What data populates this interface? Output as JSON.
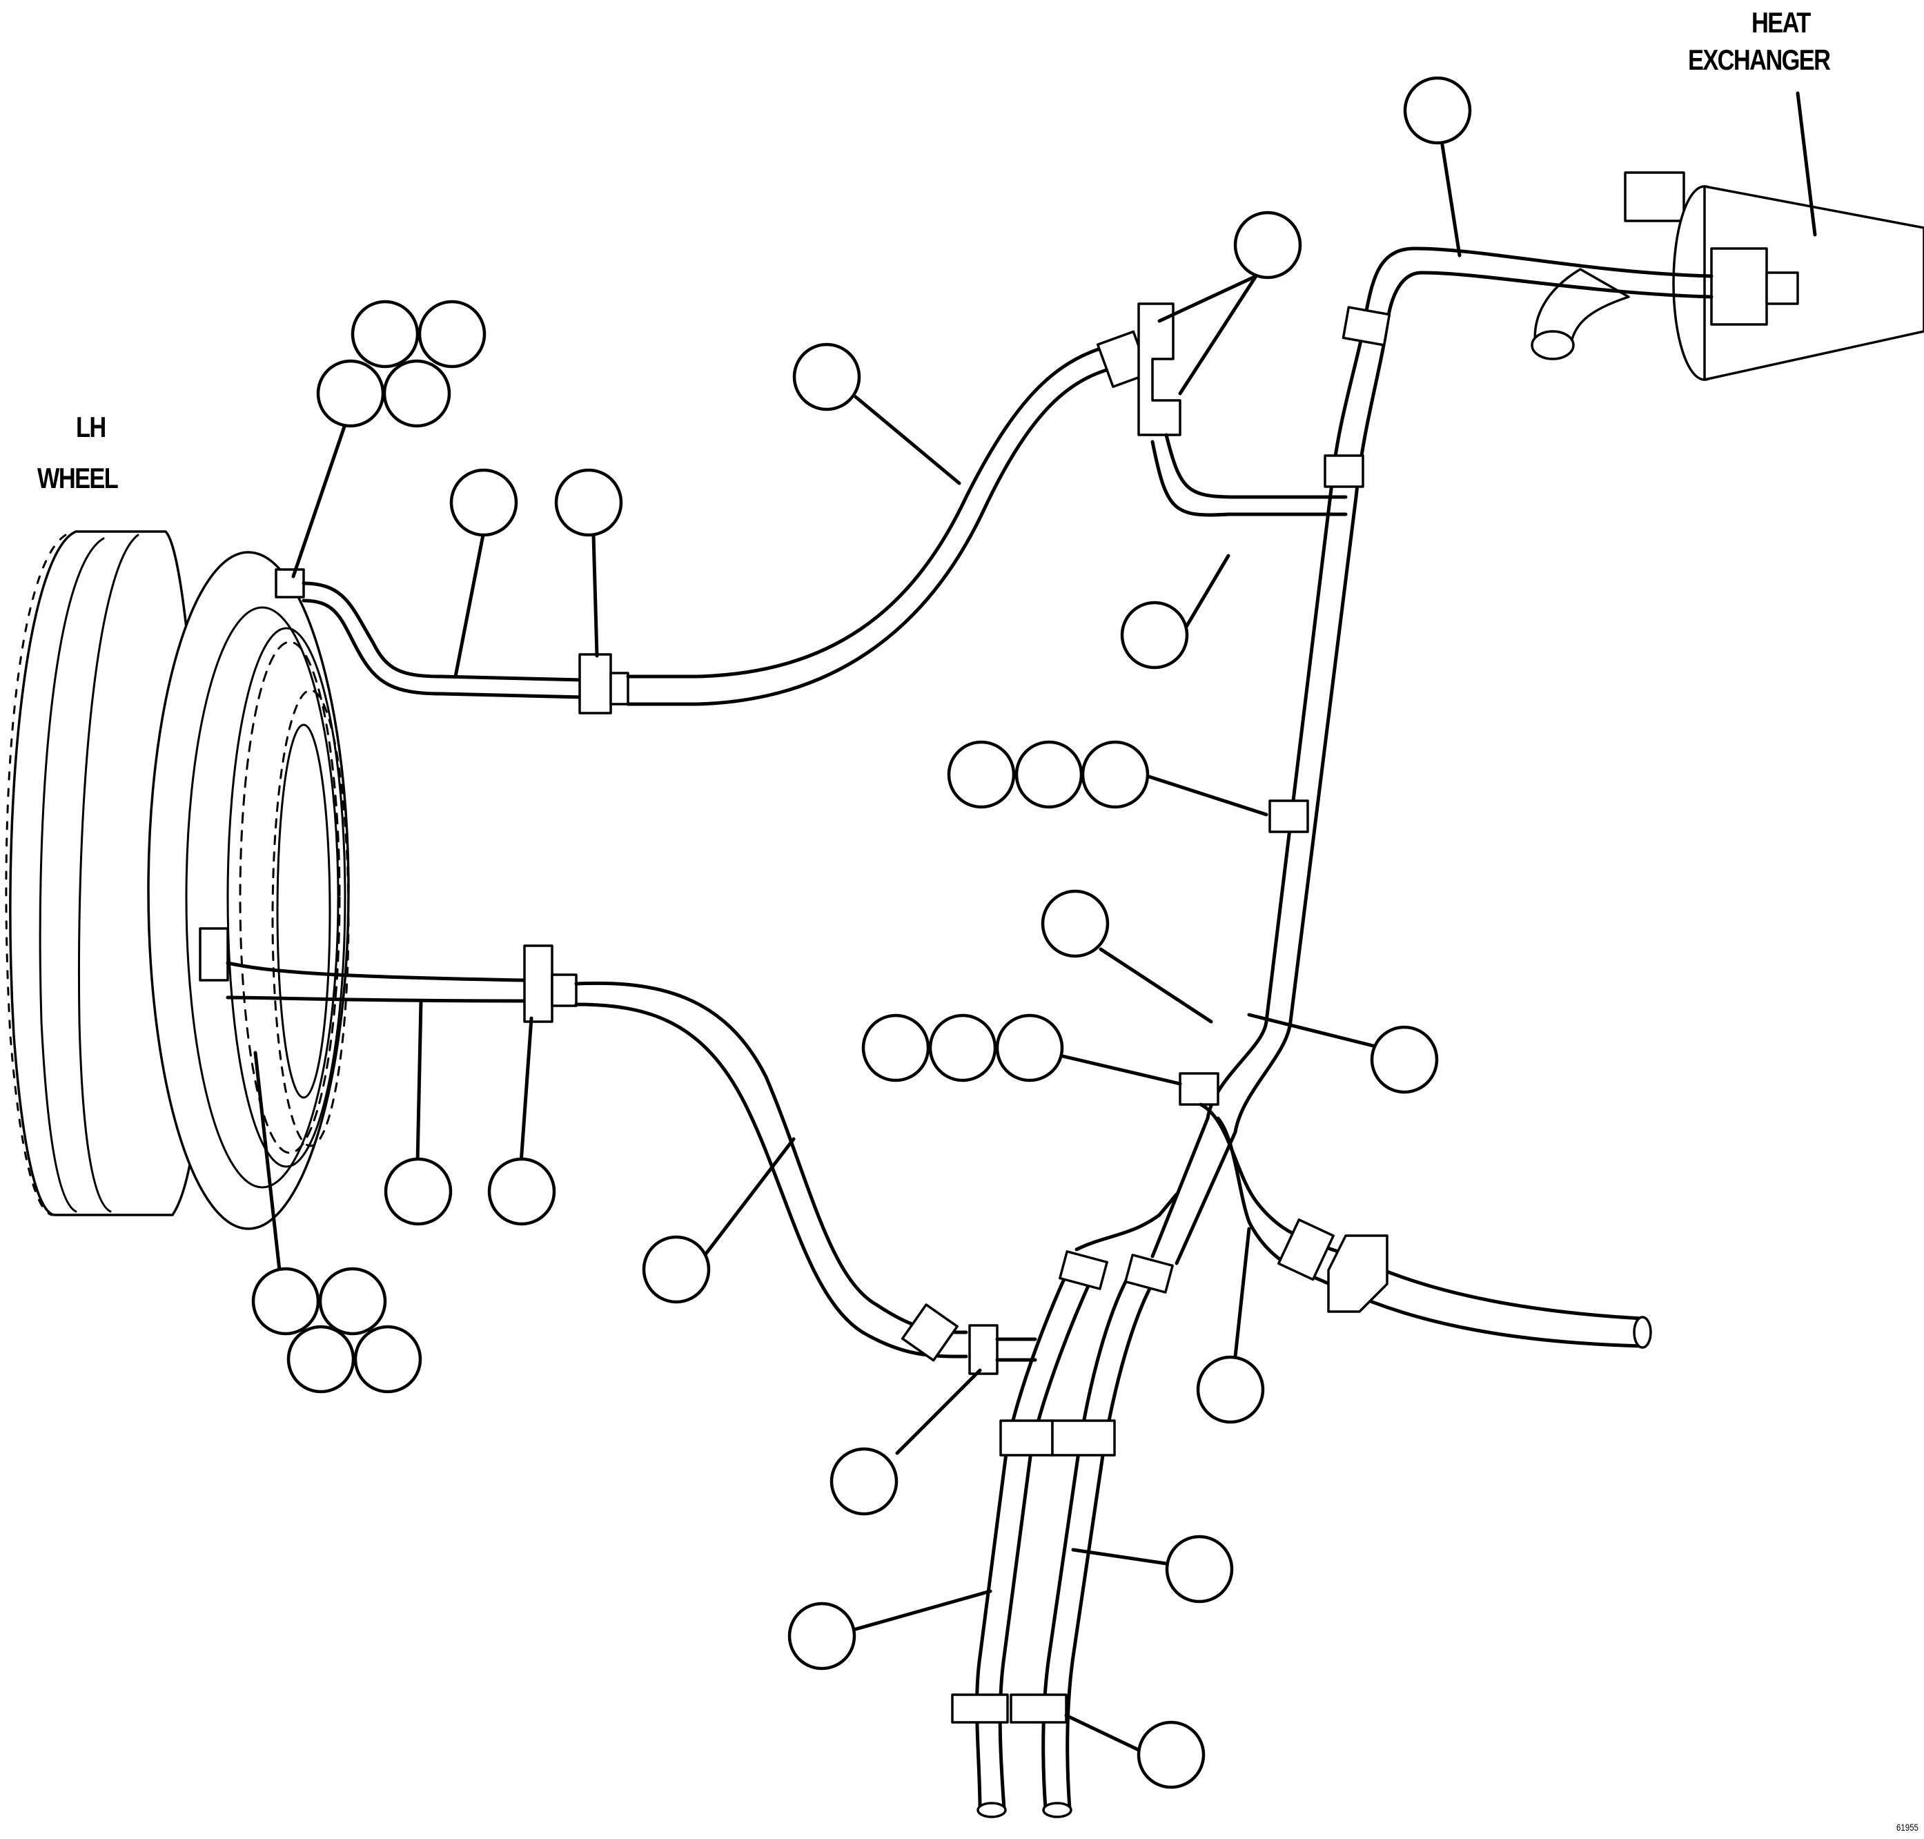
{
  "labels": {
    "heat": "HEAT",
    "exchanger": "EXCHANGER",
    "lh": "LH",
    "wheel": "WHEEL",
    "figure_number": "61955"
  },
  "colors": {
    "ink": "#000000",
    "background": "#ffffff"
  }
}
